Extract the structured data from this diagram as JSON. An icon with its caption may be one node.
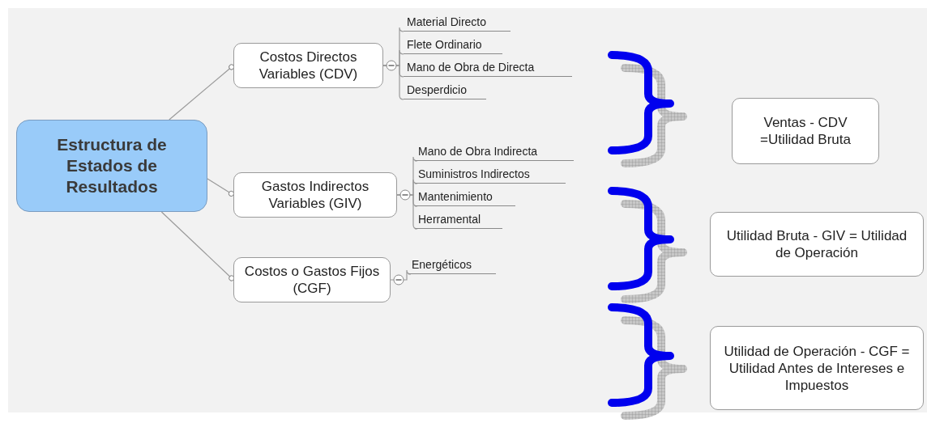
{
  "diagram": {
    "nodes": [
      {
        "text": [
          "Estructura de Estados de Resultados"
        ]
      },
      {
        "text": [
          "Costos Directos Variables (CDV)"
        ]
      },
      {
        "text": [
          "Material Directo"
        ]
      },
      {
        "text": [
          "Flete Ordinario"
        ]
      },
      {
        "text": [
          "Mano de Obra de Directa"
        ]
      },
      {
        "text": [
          "Desperdicio"
        ]
      },
      {
        "text": [
          "Gastos Indirectos Variables (GIV)"
        ]
      },
      {
        "text": [
          "Mano de Obra Indirecta"
        ]
      },
      {
        "text": [
          "Suministros Indirectos"
        ]
      },
      {
        "text": [
          "Mantenimiento"
        ]
      },
      {
        "text": [
          "Herramental"
        ]
      },
      {
        "text": [
          "Costos o Gastos Fijos (CGF)"
        ]
      },
      {
        "text": [
          "Energéticos"
        ]
      },
      {
        "text": [
          "Ventas - CDV =Utilidad Bruta"
        ]
      },
      {
        "text": [
          "Utilidad Bruta - GIV = Utilidad de Operación"
        ]
      },
      {
        "text": [
          "Utilidad de Operación - CGF = Utilidad Antes de Intereses e Impuestos"
        ]
      }
    ],
    "edges": [
      {
        "from": 0,
        "to": 1,
        "arrow": "other"
      },
      {
        "from": 0,
        "to": 6,
        "arrow": "other"
      },
      {
        "from": 0,
        "to": 11,
        "arrow": "other"
      },
      {
        "from": 1,
        "to": 2,
        "arrow": "none"
      },
      {
        "from": 1,
        "to": 3,
        "arrow": "none"
      },
      {
        "from": 1,
        "to": 4,
        "arrow": "none"
      },
      {
        "from": 1,
        "to": 5,
        "arrow": "none"
      },
      {
        "from": 6,
        "to": 7,
        "arrow": "none"
      },
      {
        "from": 6,
        "to": 8,
        "arrow": "none"
      },
      {
        "from": 6,
        "to": 9,
        "arrow": "none"
      },
      {
        "from": 6,
        "to": 10,
        "arrow": "none"
      },
      {
        "from": 11,
        "to": 12,
        "arrow": "none"
      }
    ]
  }
}
